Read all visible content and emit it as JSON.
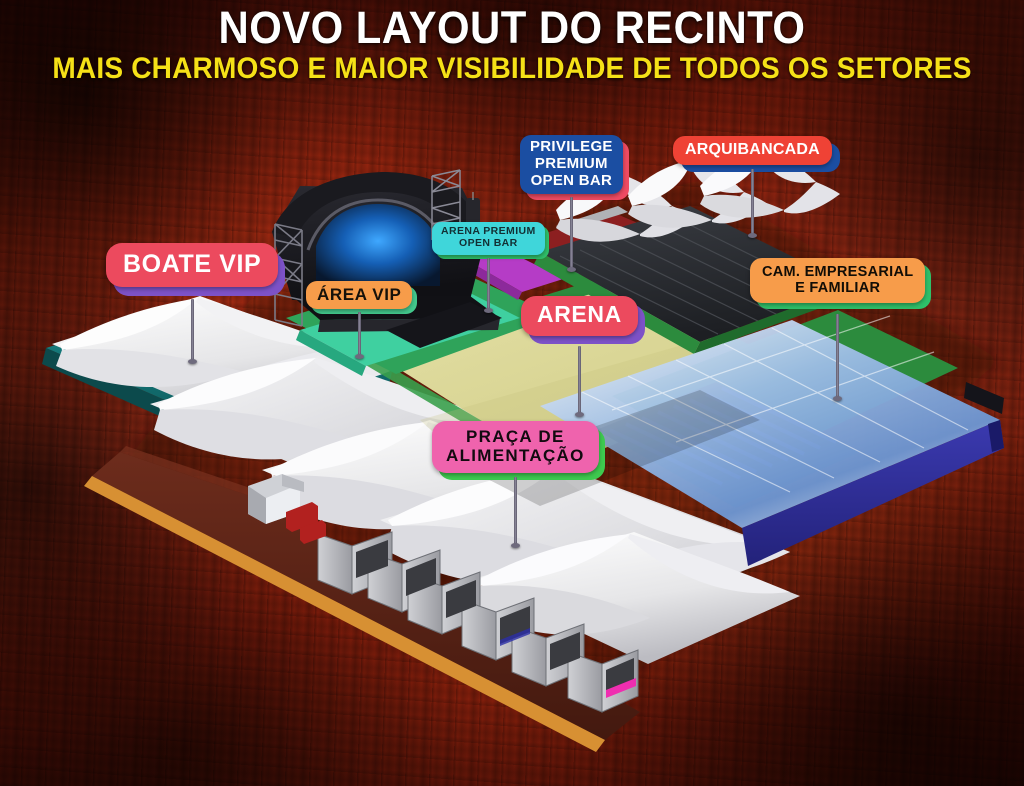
{
  "poster": {
    "title": "NOVO LAYOUT DO RECINTO",
    "subtitle": "MAIS CHARMOSO E MAIOR VISIBILIDADE DE TODOS OS SETORES",
    "title_color": "#ffffff",
    "subtitle_color": "#f5e117",
    "background_color": "#9d2310"
  },
  "labels": [
    {
      "id": "boate-vip",
      "text": "BOATE VIP",
      "fill": "#ec4a5e",
      "text_color": "#ffffff",
      "shadow": "#7d52c7"
    },
    {
      "id": "area-vip",
      "text": "ÁREA VIP",
      "fill": "#f79c4a",
      "text_color": "#16110a",
      "shadow": "#43c98d"
    },
    {
      "id": "arena-premium-open-bar",
      "text": "ARENA PREMIUM\nOPEN BAR",
      "fill": "#3fd6da",
      "text_color": "#123034",
      "shadow": "#2fc06a"
    },
    {
      "id": "privilege-premium-open-bar",
      "text": "PRIVILEGE\nPREMIUM\nOPEN BAR",
      "fill": "#1b4ea2",
      "text_color": "#ffffff",
      "shadow": "#ef4b63"
    },
    {
      "id": "arquibancada",
      "text": "ARQUIBANCADA",
      "fill": "#ef4235",
      "text_color": "#ffffff",
      "shadow": "#1b4ea2"
    },
    {
      "id": "camarote-empresarial-familiar",
      "text": "CAM. EMPRESARIAL\nE FAMILIAR",
      "fill": "#f79c4a",
      "text_color": "#120d06",
      "shadow": "#2fc06a"
    },
    {
      "id": "arena",
      "text": "ARENA",
      "fill": "#ec4a5e",
      "text_color": "#ffffff",
      "shadow": "#7d52c7"
    },
    {
      "id": "praca-de-alimentacao",
      "text": "PRAÇA DE\nALIMENTAÇÃO",
      "fill": "#ef63ad",
      "text_color": "#130a10",
      "shadow": "#3ec94f"
    }
  ],
  "venue": {
    "arena_floor_color": "#ddd99a",
    "vip_platform_color": "#3fd0a0",
    "premium_platform_color": "#b53cc6",
    "stage_color": "#1b1b1f",
    "tent_color": "#e9e9ea",
    "bleacher_color": "#2e3034",
    "camarote_roof_color": "#6f9ad6",
    "camarote_wall_color": "#31309a",
    "boate_side_color": "#13787a",
    "perimeter_wall_color": "#5a2418",
    "perimeter_trim_color": "#d79033",
    "green_rail_color": "#2c8b3d"
  }
}
